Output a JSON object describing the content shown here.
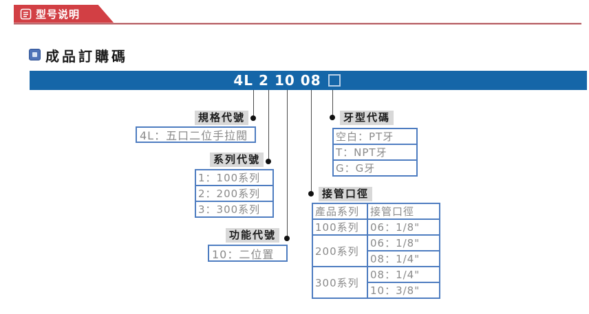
{
  "header": {
    "tab_label": "型号说明",
    "section_title": "成品訂購碼"
  },
  "banner": {
    "code_segments": [
      "4L",
      "2",
      "10",
      "08"
    ],
    "blank_square_meaning": "空白"
  },
  "spec_group": {
    "label": "規格代號",
    "value": "4L：五口二位手拉閥"
  },
  "series_group": {
    "label": "系列代號",
    "items": [
      "1：100系列",
      "2：200系列",
      "3：300系列"
    ]
  },
  "function_group": {
    "label": "功能代號",
    "value": "10：二位置"
  },
  "thread_group": {
    "label": "牙型代碼",
    "items": [
      "空白：PT牙",
      "T：NPT牙",
      "G：G牙"
    ]
  },
  "port_group": {
    "label": "接管口徑",
    "headers": [
      "產品系列",
      "接管口徑"
    ],
    "rows": [
      {
        "series": "100系列",
        "sizes": [
          "06：1/8\""
        ]
      },
      {
        "series": "200系列",
        "sizes": [
          "06：1/8\"",
          "08：1/4\""
        ]
      },
      {
        "series": "300系列",
        "sizes": [
          "08：1/4\"",
          "10：3/8\""
        ]
      }
    ]
  },
  "colors": {
    "accent_red": "#d23f44",
    "rule_red": "#9e3b40",
    "banner_blue": "#1566a8",
    "box_border_blue": "#4d7cc0",
    "label_bg": "#d8d8d8",
    "value_text_gray": "#8a8a8a"
  }
}
